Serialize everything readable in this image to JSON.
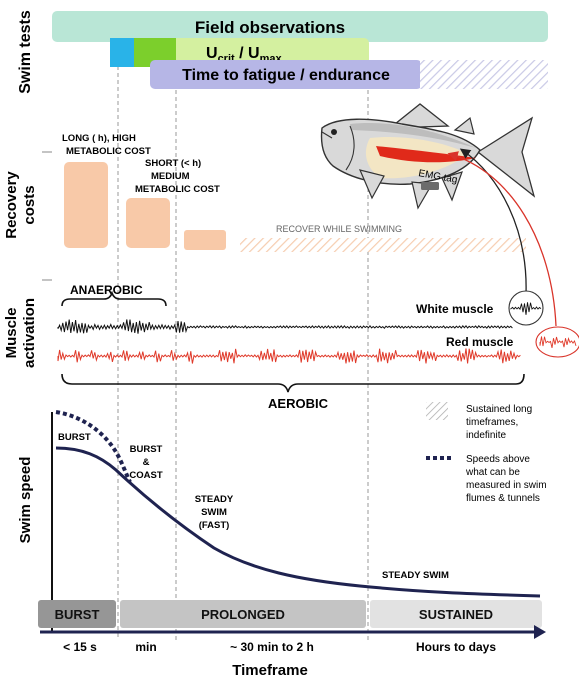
{
  "axes": {
    "y_labels": {
      "swim_tests": "Swim tests",
      "recovery": [
        "Recovery",
        "costs"
      ],
      "muscle": [
        "Muscle",
        "activation"
      ],
      "swim_speed": "Swim speed"
    },
    "x_label": "Timeframe"
  },
  "swim_tests": {
    "field": "Field observations",
    "ucrit_main": "U",
    "ucrit_sub1": "crit",
    "ucrit_sep": " / U",
    "ucrit_sub2": "max",
    "fatigue": "Time to fatigue / endurance"
  },
  "recovery": {
    "long": [
      "LONG ( h), HIGH",
      "METABOLIC COST"
    ],
    "short": [
      "SHORT (< h)",
      "MEDIUM",
      "METABOLIC COST"
    ],
    "swimming": "RECOVER WHILE SWIMMING"
  },
  "fish": {
    "tag": "EMG tag"
  },
  "muscle": {
    "anaerobic": "ANAEROBIC",
    "white": "White muscle",
    "red": "Red muscle",
    "aerobic": "AEROBIC"
  },
  "legend": {
    "hatch": [
      "Sustained long",
      "timeframes,",
      "indefinite"
    ],
    "dotted": [
      "Speeds above",
      "what can be",
      "measured in swim",
      "flumes & tunnels"
    ]
  },
  "speed_labels": {
    "burst": "BURST",
    "burst_coast": [
      "BURST",
      "&",
      "COAST"
    ],
    "steady_fast": [
      "STEADY",
      "SWIM",
      "(FAST)"
    ],
    "steady": "STEADY SWIM"
  },
  "phases": {
    "burst": "BURST",
    "prolonged": "PROLONGED",
    "sustained": "SUSTAINED"
  },
  "timeframes": {
    "t1": "< 15 s",
    "t2": "min",
    "t3": "~ 30 min to 2 h",
    "t4": "Hours to days"
  },
  "colors": {
    "field": "#b9e6d6",
    "ucrit": "#d4f0a0",
    "ucrit_blue": "#29b3e8",
    "ucrit_green": "#7ccf2c",
    "fatigue": "#b6b6e6",
    "recovery": "#f8c9a8",
    "white_trace": "#111111",
    "red_trace": "#e03a2a",
    "curve": "#1f2350",
    "fish_body": "#f3e6c4",
    "fish_band": "#e02a1a"
  }
}
